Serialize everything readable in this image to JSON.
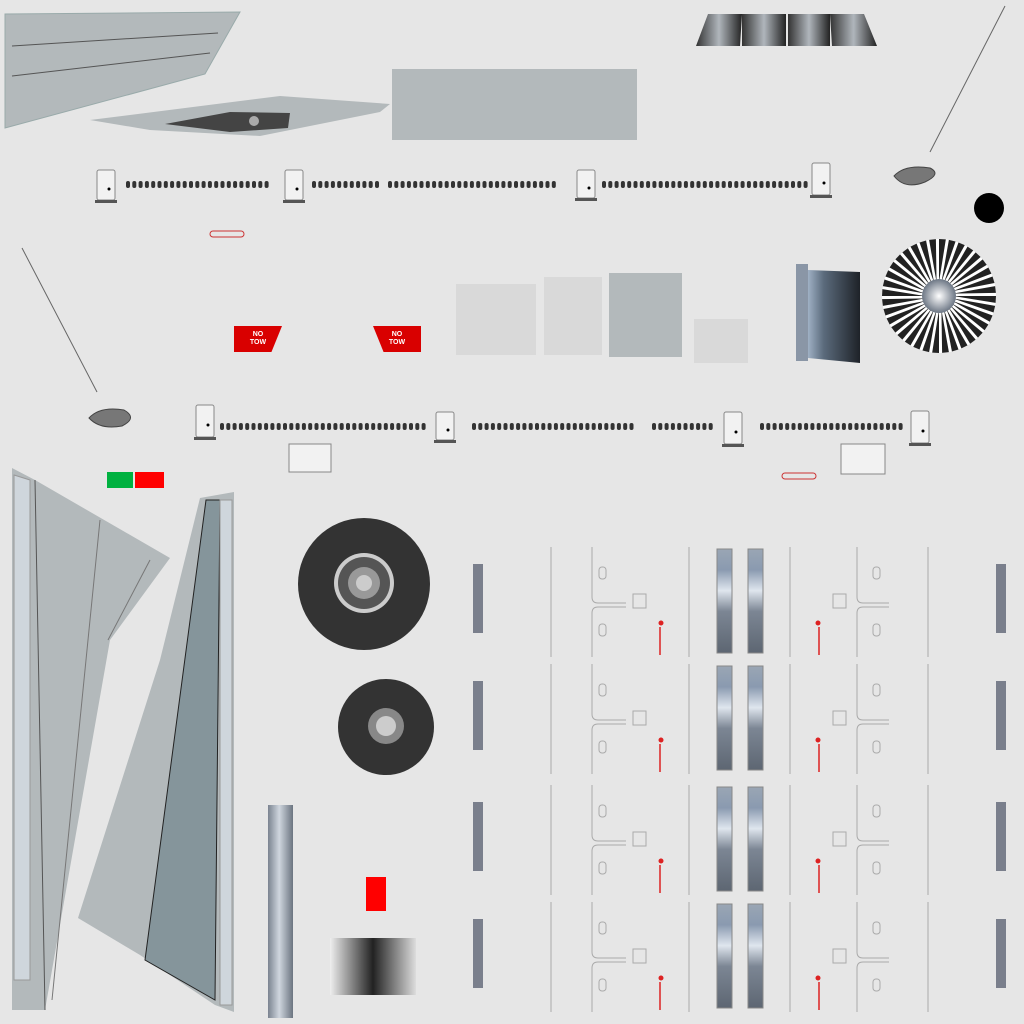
{
  "labels": {
    "no_tow_left": {
      "line1": "NO",
      "line2": "TOW"
    },
    "no_tow_right": {
      "line1": "NO",
      "line2": "TOW"
    }
  },
  "colors": {
    "background": "#e6e6e6",
    "panel_gray": "#b3b9bb",
    "light_panel": "#d9d9d9",
    "red": "#d90000",
    "green": "#00b140",
    "tire": "#333333"
  }
}
